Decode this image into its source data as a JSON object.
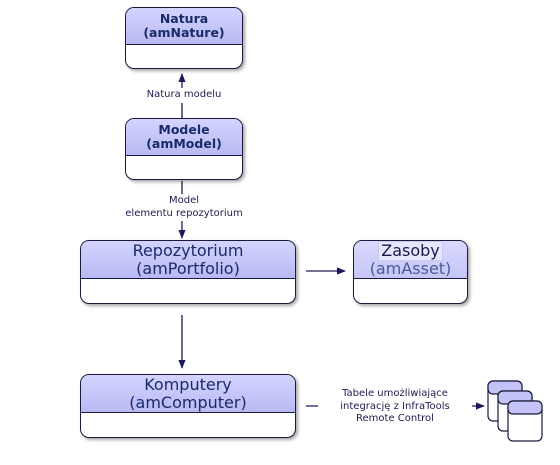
{
  "entities": {
    "nature": {
      "title": "Natura",
      "table": "(amNature)"
    },
    "model": {
      "title": "Modele",
      "table": "(amModel)"
    },
    "portfolio": {
      "title": "Repozytorium",
      "table": "(amPortfolio)"
    },
    "asset": {
      "title": "Zasoby",
      "table": "(amAsset)"
    },
    "computer": {
      "title": "Komputery",
      "table": "(amComputer)"
    }
  },
  "links": {
    "model_to_nature": "Natura modelu",
    "model_to_portfolio_line1": "Model",
    "model_to_portfolio_line2": "elementu repozytorium",
    "computer_to_tables_line1": "Tabele umożliwiające",
    "computer_to_tables_line2": "integrację z InfraTools",
    "computer_to_tables_line3": "Remote Control"
  },
  "icons": {
    "tables": "stacked-tables-icon"
  },
  "colors": {
    "header_fill": "#c3c3f7",
    "border": "#1a1a3a",
    "arrow": "#1a1a5a",
    "text": "#1a2a6a"
  }
}
